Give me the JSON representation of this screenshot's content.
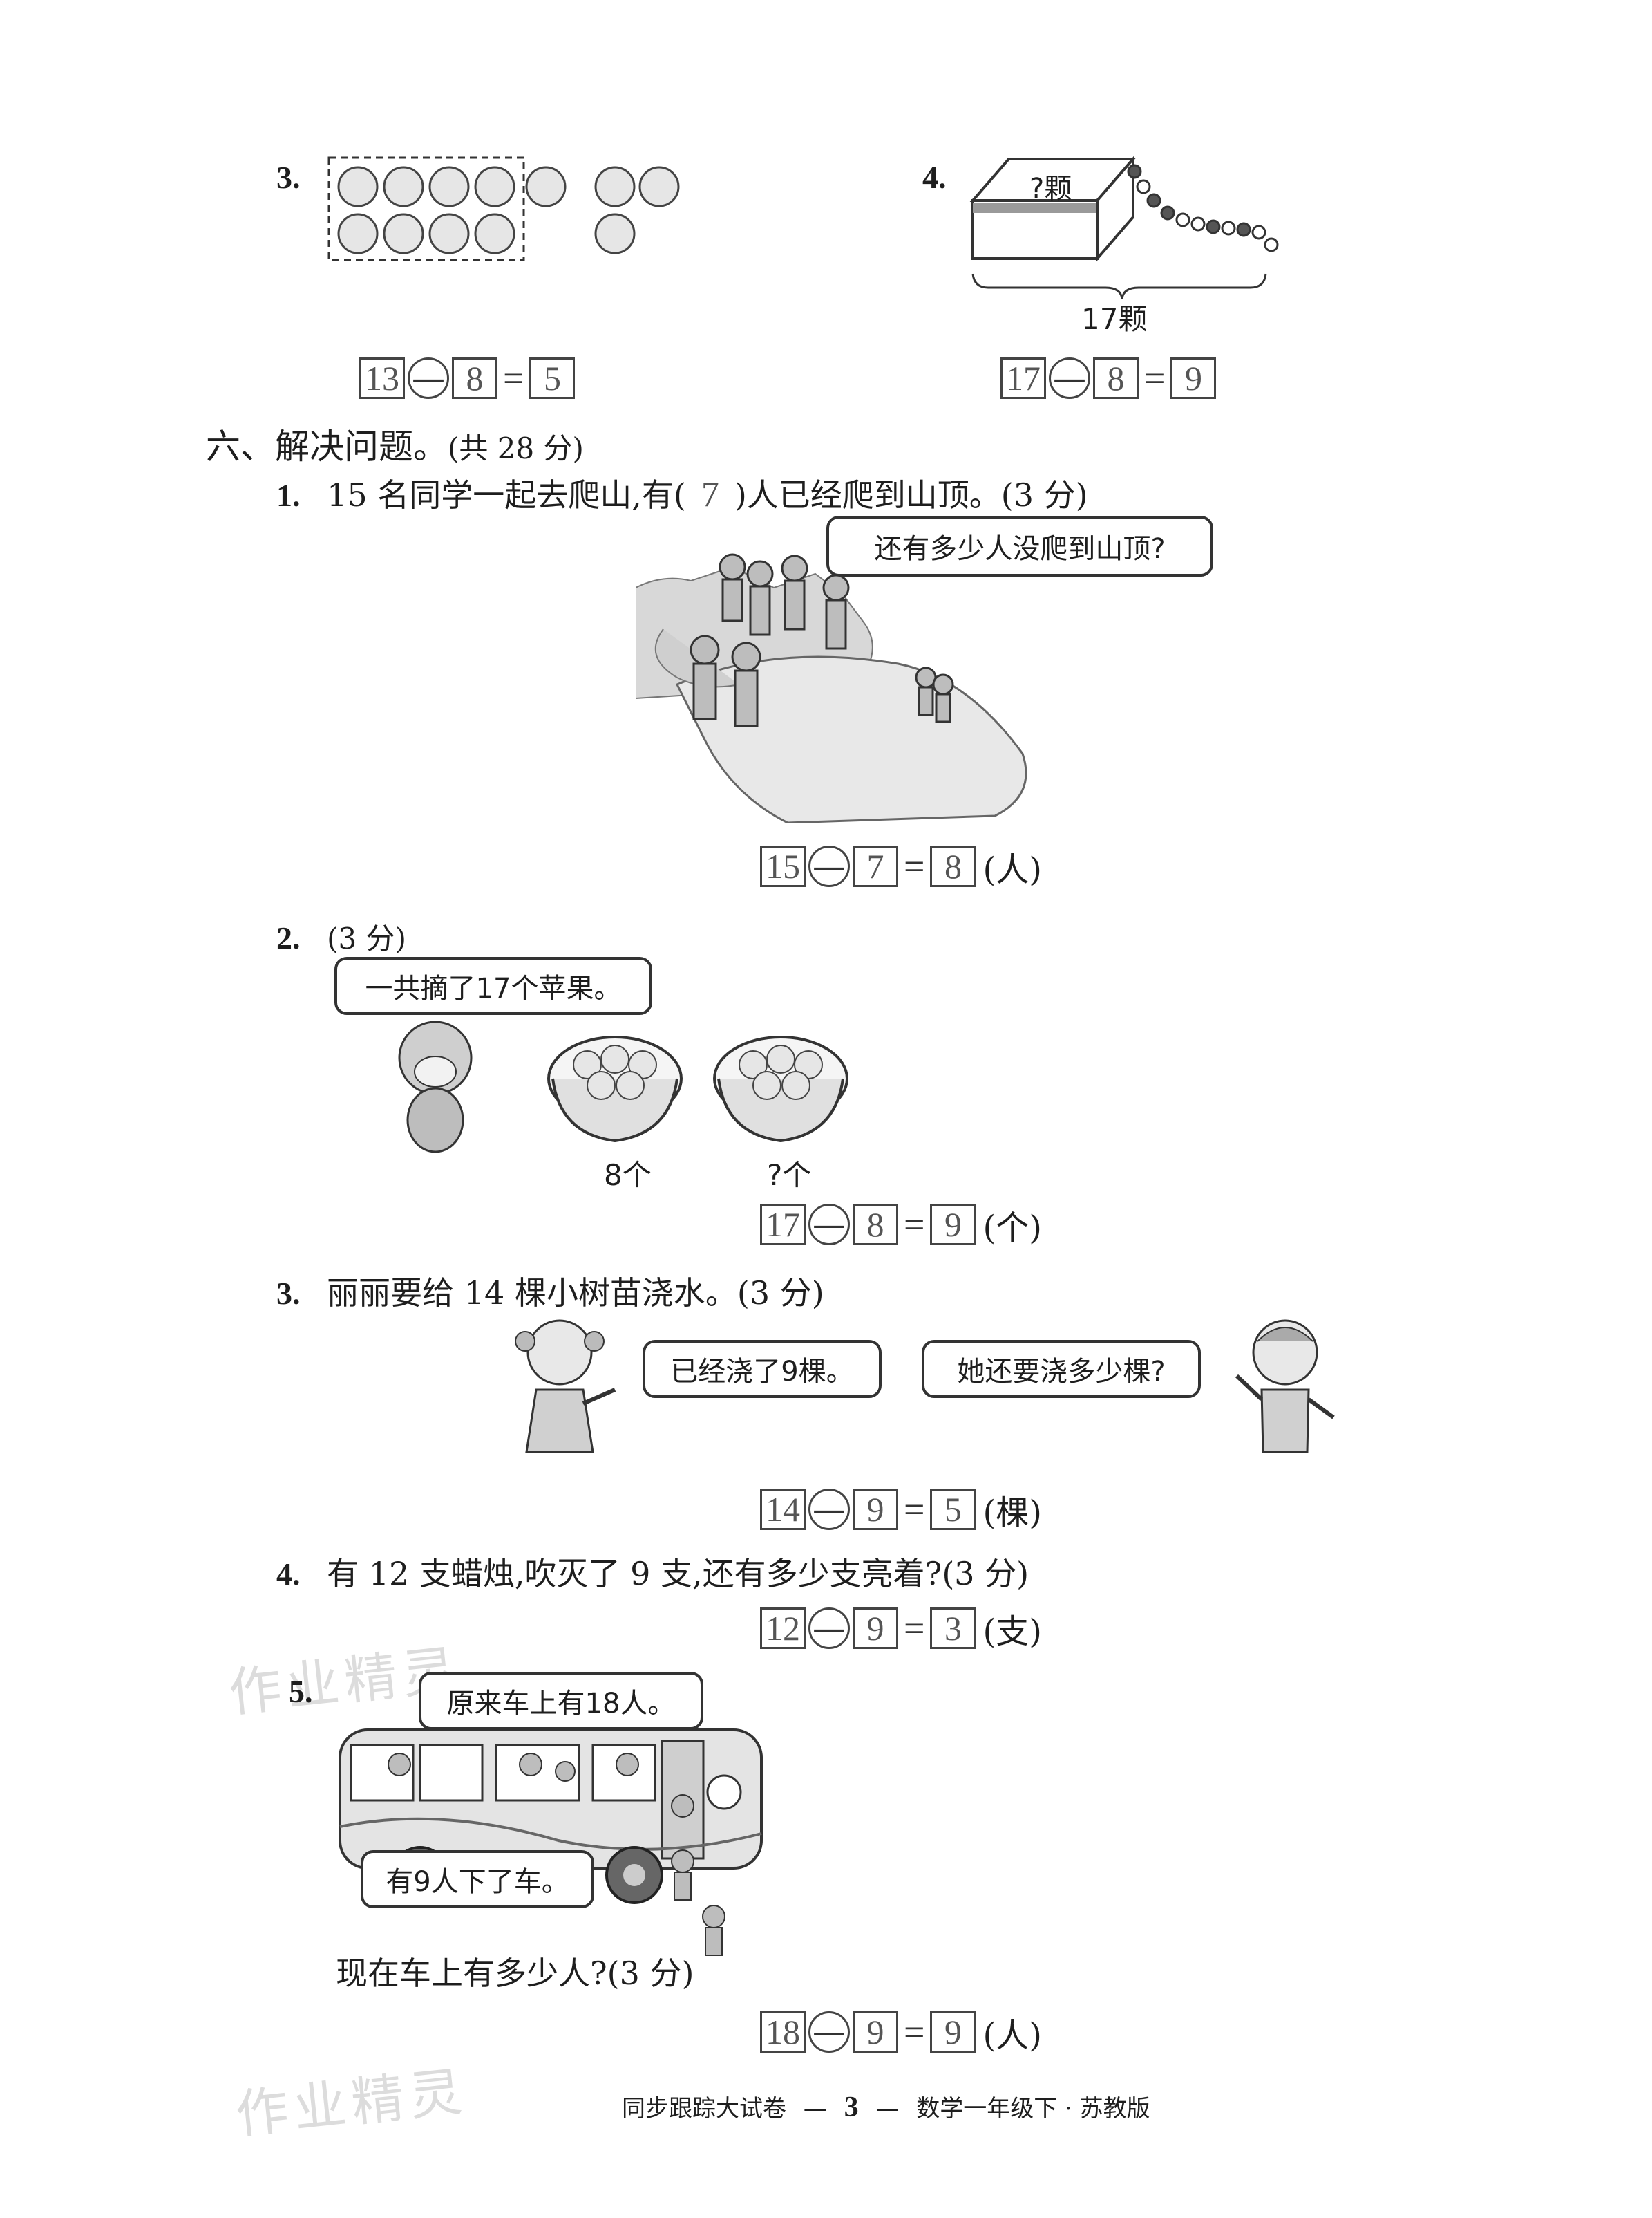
{
  "top_left": {
    "number": "3.",
    "equation": {
      "a": "13",
      "op": "—",
      "b": "8",
      "eq": "=",
      "result": "5"
    }
  },
  "top_right": {
    "number": "4.",
    "box_label": "?颗",
    "total_label": "17颗",
    "equation": {
      "a": "17",
      "op": "—",
      "b": "8",
      "eq": "=",
      "result": "9"
    }
  },
  "section": {
    "title": "六、解决问题。",
    "points": "(共 28 分)"
  },
  "q1": {
    "number": "1.",
    "text_a": "15 名同学一起去爬山,有(",
    "answer": "7",
    "text_b": ")人已经爬到山顶。(3 分)",
    "bubble": "还有多少人没爬到山顶?",
    "equation": {
      "a": "15",
      "op": "—",
      "b": "7",
      "eq": "=",
      "result": "8",
      "unit": "(人)"
    }
  },
  "q2": {
    "number": "2.",
    "points": "(3 分)",
    "bubble": "一共摘了17个苹果。",
    "basket1_label": "8个",
    "basket2_label": "?个",
    "equation": {
      "a": "17",
      "op": "—",
      "b": "8",
      "eq": "=",
      "result": "9",
      "unit": "(个)"
    }
  },
  "q3": {
    "number": "3.",
    "text": "丽丽要给 14 棵小树苗浇水。(3 分)",
    "bubble_girl": "已经浇了9棵。",
    "bubble_boy": "她还要浇多少棵?",
    "equation": {
      "a": "14",
      "op": "—",
      "b": "9",
      "eq": "=",
      "result": "5",
      "unit": "(棵)"
    }
  },
  "q4": {
    "number": "4.",
    "text": "有 12 支蜡烛,吹灭了 9 支,还有多少支亮着?(3 分)",
    "equation": {
      "a": "12",
      "op": "—",
      "b": "9",
      "eq": "=",
      "result": "3",
      "unit": "(支)"
    }
  },
  "q5": {
    "number": "5.",
    "bubble_top": "原来车上有18人。",
    "bubble_bottom": "有9人下了车。",
    "question": "现在车上有多少人?(3 分)",
    "equation": {
      "a": "18",
      "op": "—",
      "b": "9",
      "eq": "=",
      "result": "9",
      "unit": "(人)"
    }
  },
  "watermark": "作业精灵",
  "footer": {
    "left": "同步跟踪大试卷",
    "dash1": "—",
    "page": "3",
    "dash2": "—",
    "right": "数学一年级下 · 苏教版"
  }
}
